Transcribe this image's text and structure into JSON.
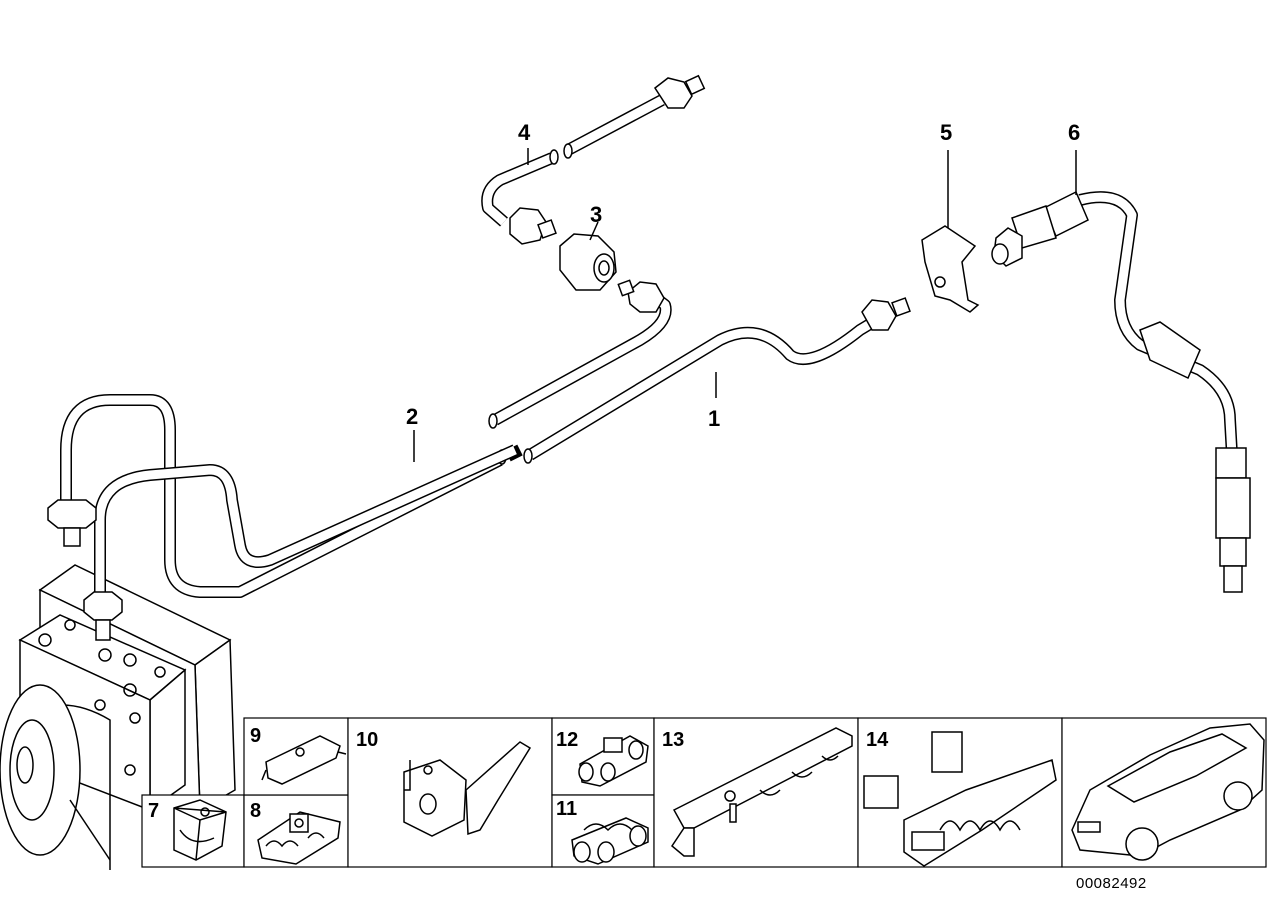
{
  "callouts": {
    "c1": "1",
    "c2": "2",
    "c3": "3",
    "c4": "4",
    "c5": "5",
    "c6": "6",
    "c7": "7",
    "c8": "8",
    "c9": "9",
    "c10": "10",
    "c11": "11",
    "c12": "12",
    "c13": "13",
    "c14": "14"
  },
  "document_number": "00082492"
}
